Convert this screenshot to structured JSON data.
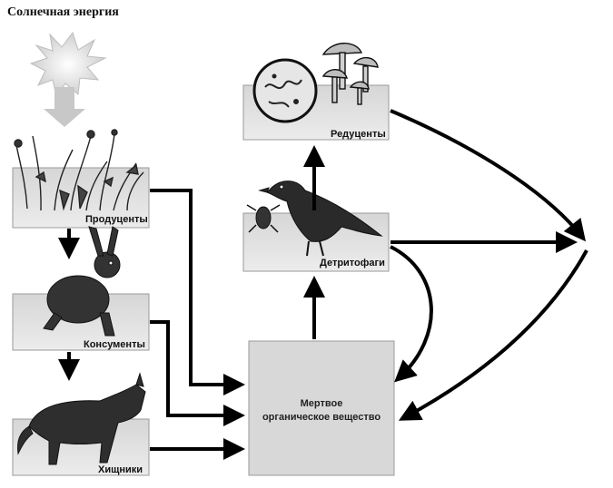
{
  "title": "Солнечная энергия",
  "nodes": {
    "producers": "Продуценты",
    "consumers": "Консументы",
    "predators": "Хищники",
    "decomposers": "Редуценты",
    "detritivores": "Детритофаги",
    "dead_matter_line1": "Мертвое",
    "dead_matter_line2": "органическое вещество"
  }
}
